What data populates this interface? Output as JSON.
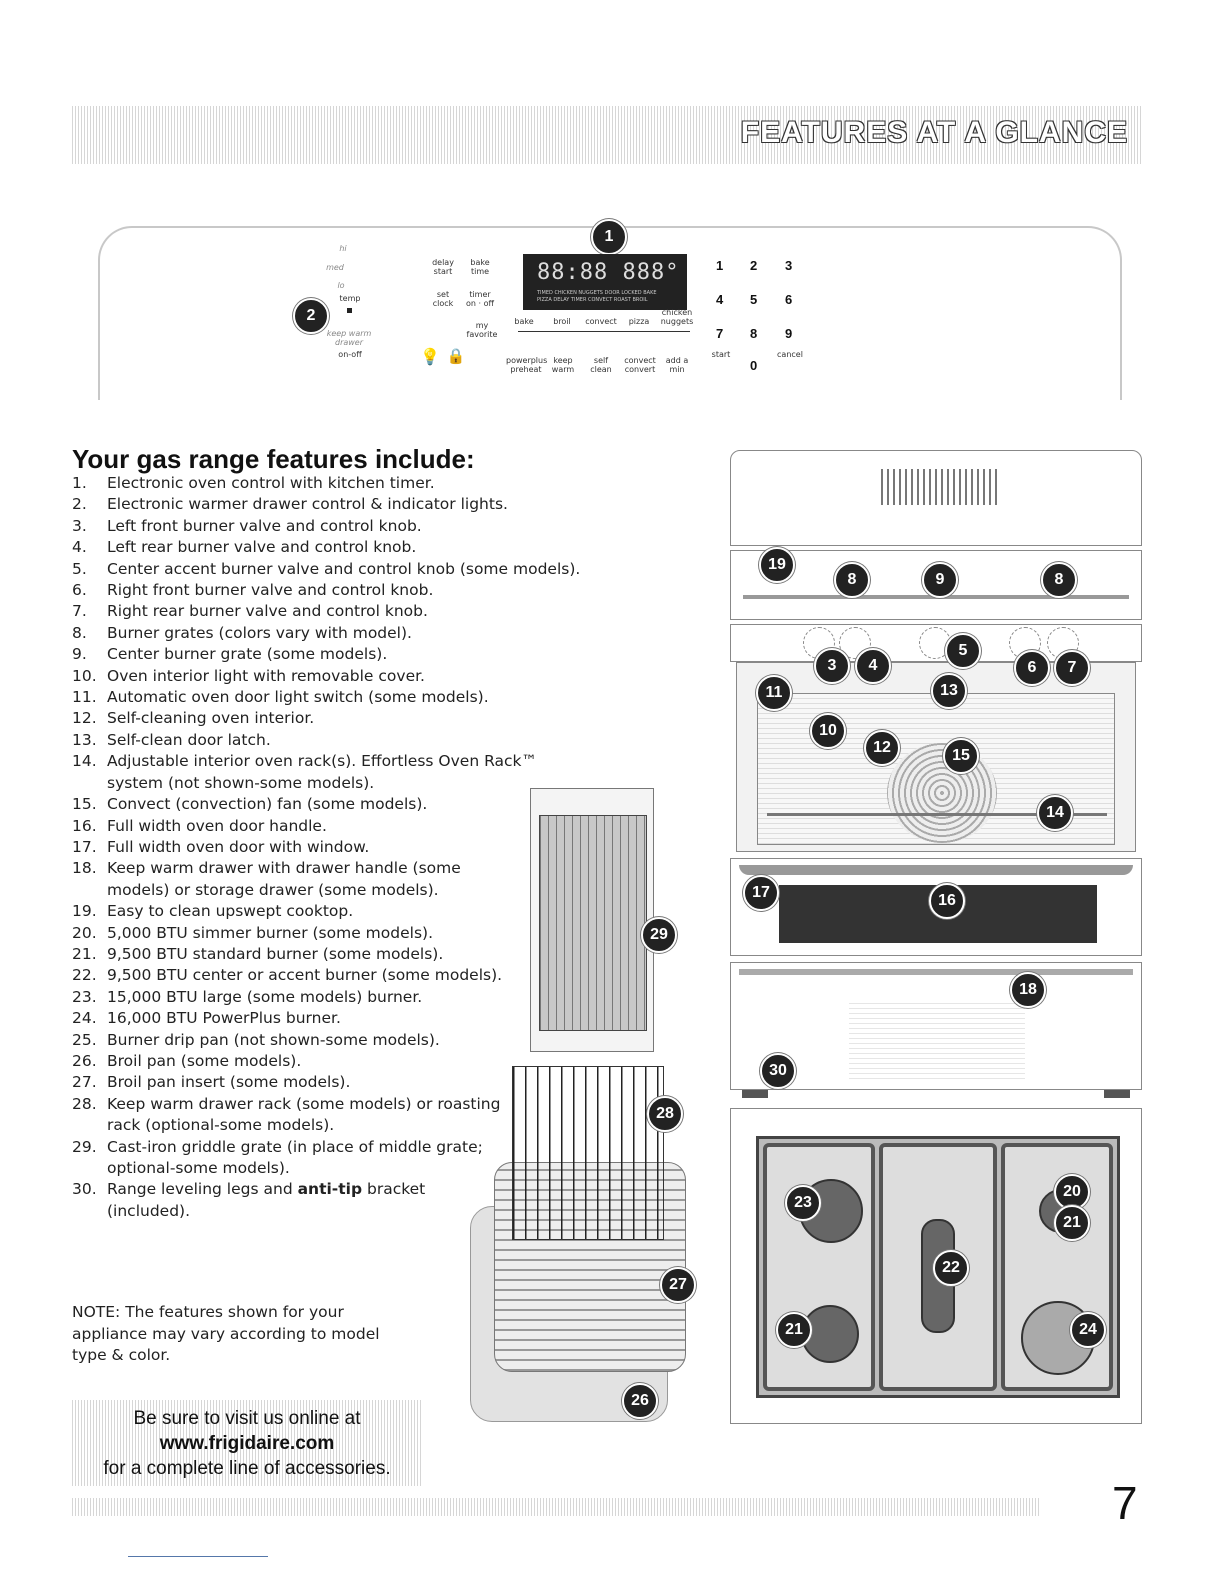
{
  "header": {
    "title": "FEATURES AT A GLANCE"
  },
  "control_panel": {
    "warmer": {
      "hi": "hi",
      "med": "med",
      "lo": "lo",
      "temp": "temp",
      "keep_warm": "keep warm",
      "drawer": "drawer",
      "on_off": "on-off"
    },
    "left_keys": {
      "delay_start": "delay start",
      "bake_time": "bake time",
      "set_clock": "set clock",
      "timer_on_off": "timer on · off",
      "my_favorite": "my favorite"
    },
    "display": {
      "digits": "88:88 888°",
      "labels_top": "TIMED CHICKEN NUGGETS   DOOR LOCKED BAKE",
      "labels_bottom": "PIZZA  DELAY  TIMER      CONVECT  ROAST  BROIL"
    },
    "mode_keys": {
      "bake": "bake",
      "broil": "broil",
      "convect": "convect",
      "pizza": "pizza",
      "chicken_nuggets": "chicken nuggets"
    },
    "bottom_keys": {
      "powerplus_preheat": "powerplus preheat",
      "keep_warm": "keep warm",
      "self_clean": "self clean",
      "convect_convert": "convect convert",
      "add_a_min": "add a min"
    },
    "numpad": [
      "1",
      "2",
      "3",
      "4",
      "5",
      "6",
      "7",
      "8",
      "9"
    ],
    "start": "start",
    "zero": "0",
    "cancel": "cancel"
  },
  "heading": "Your gas range features include:",
  "features": [
    {
      "num": "1.",
      "text": "Electronic oven control with kitchen timer."
    },
    {
      "num": "2.",
      "text": "Electronic warmer drawer control & indicator lights."
    },
    {
      "num": "3.",
      "text": "Left front burner valve and control knob."
    },
    {
      "num": "4.",
      "text": "Left rear burner valve and control knob."
    },
    {
      "num": "5.",
      "text": "Center accent burner valve and control knob (some models)."
    },
    {
      "num": "6.",
      "text": "Right front burner valve and control knob."
    },
    {
      "num": "7.",
      "text": "Right rear burner valve and control knob."
    },
    {
      "num": "8.",
      "text": "Burner grates (colors vary with model)."
    },
    {
      "num": "9.",
      "text": "Center burner grate (some models)."
    },
    {
      "num": "10.",
      "text": "Oven interior light with removable cover."
    },
    {
      "num": "11.",
      "text": "Automatic oven door light switch (some models)."
    },
    {
      "num": "12.",
      "text": "Self-cleaning oven interior."
    },
    {
      "num": "13.",
      "text": "Self-clean door latch."
    },
    {
      "num": "14.",
      "text": "Adjustable interior oven rack(s). Effortless Oven Rack™ system (not shown-some models)."
    },
    {
      "num": "15.",
      "text": "Convect (convection) fan (some models)."
    },
    {
      "num": "16.",
      "text": "Full width oven door handle."
    },
    {
      "num": "17.",
      "text": "Full width oven door with window."
    },
    {
      "num": "18.",
      "text": "Keep warm drawer with drawer handle (some models) or storage drawer (some models)."
    },
    {
      "num": "19.",
      "text": "Easy to clean upswept cooktop."
    },
    {
      "num": "20.",
      "text": "5,000 BTU simmer burner (some models)."
    },
    {
      "num": "21.",
      "text": "9,500 BTU standard burner (some models)."
    },
    {
      "num": "22.",
      "text": "9,500 BTU center or accent burner (some models)."
    },
    {
      "num": "23.",
      "text": "15,000 BTU large (some models) burner."
    },
    {
      "num": "24.",
      "text": "16,000 BTU PowerPlus burner."
    },
    {
      "num": "25.",
      "text": "Burner drip pan (not shown-some models)."
    },
    {
      "num": "26.",
      "text": "Broil pan (some models)."
    },
    {
      "num": "27.",
      "text": "Broil pan insert (some models)."
    },
    {
      "num": "28.",
      "text": "Keep warm drawer rack (some models) or roasting rack (optional-some models)."
    },
    {
      "num": "29.",
      "text": "Cast-iron griddle grate (in place of middle grate; optional-some models)."
    },
    {
      "num": "30.",
      "text": "Range leveling legs and ",
      "bold": "anti-tip",
      "after": " bracket (included)."
    }
  ],
  "note": "NOTE: The features shown for your appliance may vary according to model type & color.",
  "visit": {
    "line1": "Be sure to visit us online at",
    "url": "www.frigidaire.com",
    "line3": "for a complete line of accessories."
  },
  "callouts": {
    "c1": "1",
    "c2": "2",
    "c3": "3",
    "c4": "4",
    "c5": "5",
    "c6": "6",
    "c7": "7",
    "c8": "8",
    "c9": "9",
    "c10": "10",
    "c11": "11",
    "c12": "12",
    "c13": "13",
    "c14": "14",
    "c15": "15",
    "c16": "16",
    "c17": "17",
    "c18": "18",
    "c19": "19",
    "c20": "20",
    "c21": "21",
    "c22": "22",
    "c23": "23",
    "c24": "24",
    "c26": "26",
    "c27": "27",
    "c28": "28",
    "c29": "29",
    "c30": "30"
  },
  "page_number": "7"
}
